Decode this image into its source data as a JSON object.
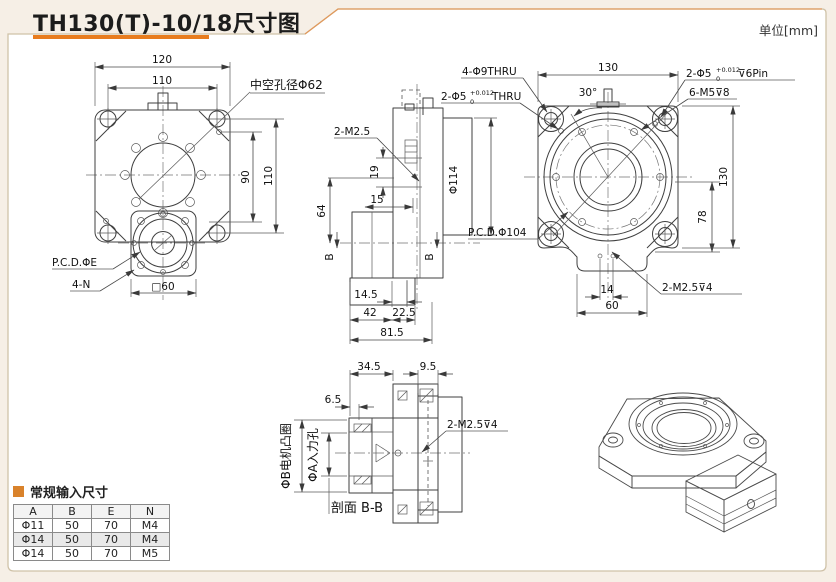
{
  "page": {
    "title": "TH130(T)-10/18尺寸图",
    "unit": "单位[mm]"
  },
  "front_view": {
    "dim_width": "120",
    "dim_bolt_width": "110",
    "label_bore": "中空孔径Φ62",
    "dim_bolt_height": "90",
    "dim_height": "110",
    "label_pcd": "P.C.D.ΦE",
    "label_thread": "4-N",
    "dim_square": "□60"
  },
  "side_view": {
    "label_tap": "2-M2.5",
    "dim_19": "19",
    "dim_15": "15",
    "dim_64": "64",
    "dim_flange_dia": "Φ114",
    "section_marker": "B",
    "dim_14_5": "14.5",
    "dim_42": "42",
    "dim_22_5": "22.5",
    "dim_81_5": "81.5"
  },
  "top_view": {
    "label_corner_holes": "4-Φ9THRU",
    "label_pin_thru": {
      "prefix": "2-Φ5",
      "sup": "+0.012",
      "sub": "0",
      "suffix": "THRU"
    },
    "label_pin": {
      "prefix": "2-Φ5",
      "sup": "+0.012",
      "sub": "0",
      "suffix": "⊽6Pin"
    },
    "label_tap": "6-M5⊽8",
    "dim_width": "130",
    "dim_angle": "30°",
    "label_pcd": "P.C.D.Φ104",
    "dim_78": "78",
    "dim_height": "130",
    "dim_14": "14",
    "dim_60": "60",
    "label_bottom_tap": "2-M2.5⊽4"
  },
  "section_view": {
    "dim_34_5": "34.5",
    "dim_9_5": "9.5",
    "dim_6_5": "6.5",
    "label_motor_boss": "ΦB电机凸圈",
    "label_input_hole": "ΦA入力孔",
    "label_tap": "2-M2.5⊽4",
    "caption": "剖面 B-B"
  },
  "table": {
    "title": "常规输入尺寸",
    "headers": [
      "A",
      "B",
      "E",
      "N"
    ],
    "rows": [
      [
        "Φ11",
        "50",
        "70",
        "M4"
      ],
      [
        "Φ14",
        "50",
        "70",
        "M4"
      ],
      [
        "Φ14",
        "50",
        "70",
        "M5"
      ]
    ]
  }
}
